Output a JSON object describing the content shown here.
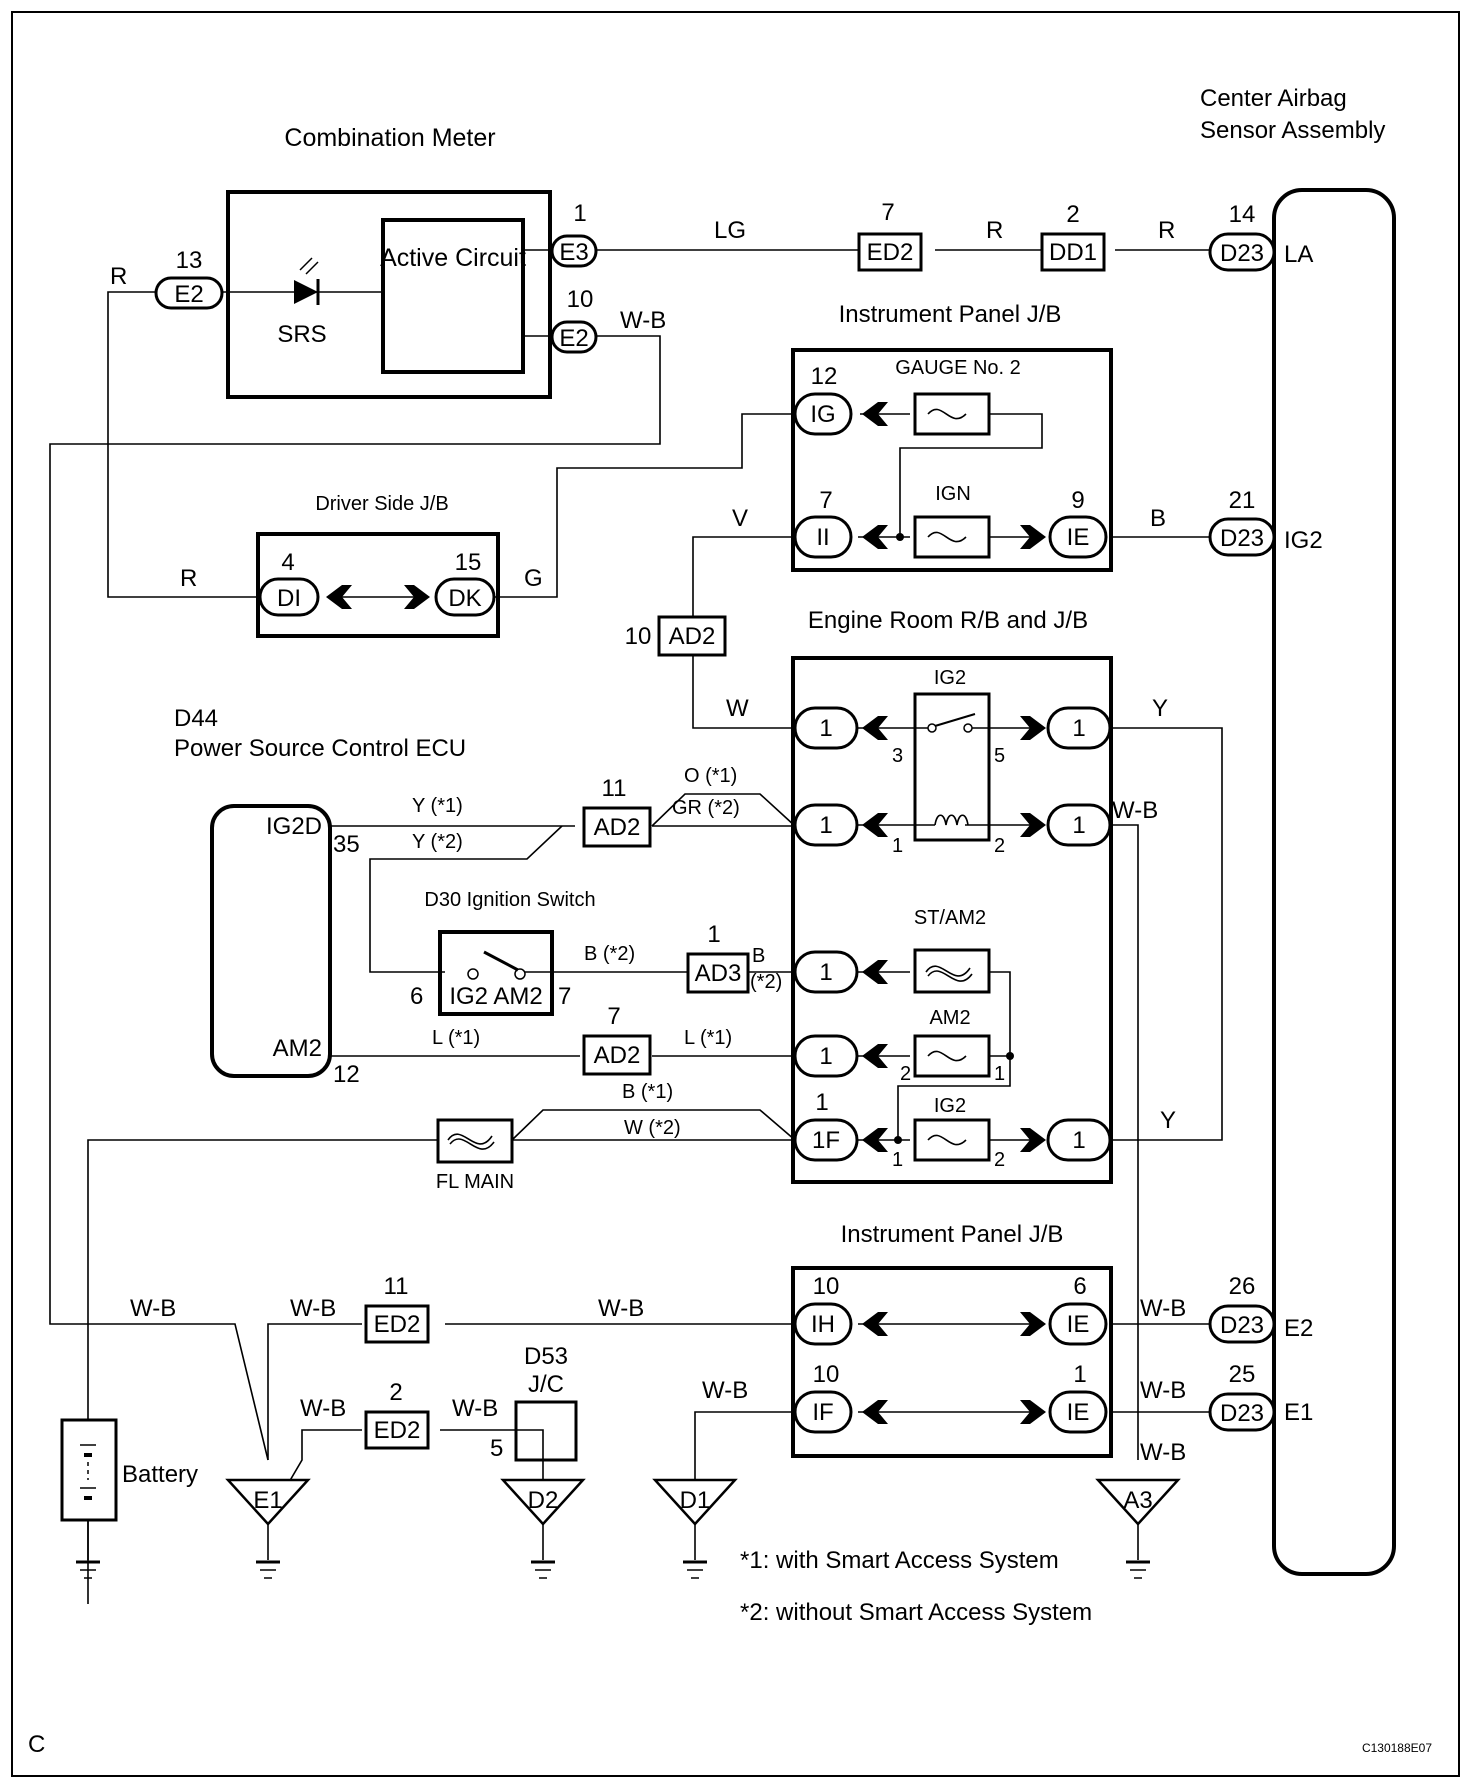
{
  "frame": {
    "corner_label": "C",
    "figure_id": "C130188E07"
  },
  "components": {
    "combination_meter": {
      "title": "Combination Meter",
      "active_circuit": "Active Circuit",
      "led_label": "SRS"
    },
    "airbag_sensor": {
      "title_line1": "Center Airbag",
      "title_line2": "Sensor Assembly",
      "terminals": [
        "LA",
        "IG2",
        "E2",
        "E1"
      ]
    },
    "ip_jb_top": {
      "title": "Instrument Panel J/B",
      "fuse_gauge": "GAUGE No. 2",
      "fuse_ign": "IGN"
    },
    "driver_jb": {
      "title": "Driver Side J/B"
    },
    "engine_room_jb": {
      "title": "Engine Room R/B and J/B",
      "relay": "IG2",
      "fuse_st_am2": "ST/AM2",
      "fuse_am2": "AM2",
      "fuse_ig2": "IG2"
    },
    "ecu": {
      "id": "D44",
      "title": "Power Source Control ECU",
      "pin_ig2d": "IG2D",
      "pin_am2": "AM2",
      "pin_ig2d_no": "35",
      "pin_am2_no": "12"
    },
    "ignition_switch": {
      "title": "D30 Ignition Switch",
      "contacts": "IG2 AM2",
      "pin_left": "6",
      "pin_right": "7"
    },
    "fl_main": {
      "label": "FL MAIN"
    },
    "battery": {
      "label": "Battery"
    },
    "ip_jb_bottom": {
      "title": "Instrument Panel J/B"
    },
    "junction_connector": {
      "id": "D53",
      "label": "J/C",
      "pin": "5"
    }
  },
  "connectors": {
    "e2_13": {
      "pin": "13",
      "id": "E2"
    },
    "e3_1": {
      "pin": "1",
      "id": "E3"
    },
    "e2_10": {
      "pin": "10",
      "id": "E2"
    },
    "ed2_7": {
      "pin": "7",
      "id": "ED2"
    },
    "dd1_2": {
      "pin": "2",
      "id": "DD1"
    },
    "d23_14": {
      "pin": "14",
      "id": "D23"
    },
    "ig_12": {
      "pin": "12",
      "id": "IG"
    },
    "ii_7": {
      "pin": "7",
      "id": "II"
    },
    "ie_9": {
      "pin": "9",
      "id": "IE"
    },
    "d23_21": {
      "pin": "21",
      "id": "D23"
    },
    "di_4": {
      "pin": "4",
      "id": "DI"
    },
    "dk_15": {
      "pin": "15",
      "id": "DK"
    },
    "ad2_10": {
      "pin": "10",
      "id": "AD2"
    },
    "ad2_11": {
      "pin": "11",
      "id": "AD2"
    },
    "ad3_1": {
      "pin": "1",
      "id": "AD3"
    },
    "ad2_7": {
      "pin": "7",
      "id": "AD2"
    },
    "er_pin": {
      "id": "1"
    },
    "er_1f": {
      "pin": "1",
      "id": "1F"
    },
    "ih_10": {
      "pin": "10",
      "id": "IH"
    },
    "ie_6": {
      "pin": "6",
      "id": "IE"
    },
    "if_10": {
      "pin": "10",
      "id": "IF"
    },
    "ie_1": {
      "pin": "1",
      "id": "IE"
    },
    "d23_26": {
      "pin": "26",
      "id": "D23"
    },
    "d23_25": {
      "pin": "25",
      "id": "D23"
    },
    "ed2_11": {
      "pin": "11",
      "id": "ED2"
    },
    "ed2_2": {
      "pin": "2",
      "id": "ED2"
    }
  },
  "relay_pins": {
    "p3": "3",
    "p5": "5",
    "p1": "1",
    "p2": "2"
  },
  "fuse_pins": {
    "am2_l": "2",
    "am2_r": "1",
    "ig2_l": "1",
    "ig2_r": "2"
  },
  "wires": {
    "r": "R",
    "lg": "LG",
    "wb": "W-B",
    "g": "G",
    "v": "V",
    "b": "B",
    "w": "W",
    "y": "Y",
    "y1": "Y (*1)",
    "y2": "Y (*2)",
    "o1": "O (*1)",
    "gr2": "GR (*2)",
    "b2": "B (*2)",
    "b_ad3": "B",
    "b_ad3_note": "(*2)",
    "l1": "L (*1)",
    "b1": "B (*1)",
    "w2": "W (*2)"
  },
  "grounds": [
    "E1",
    "D2",
    "D1",
    "A3"
  ],
  "notes": {
    "n1": "*1: with Smart Access System",
    "n2": "*2: without Smart Access System"
  }
}
